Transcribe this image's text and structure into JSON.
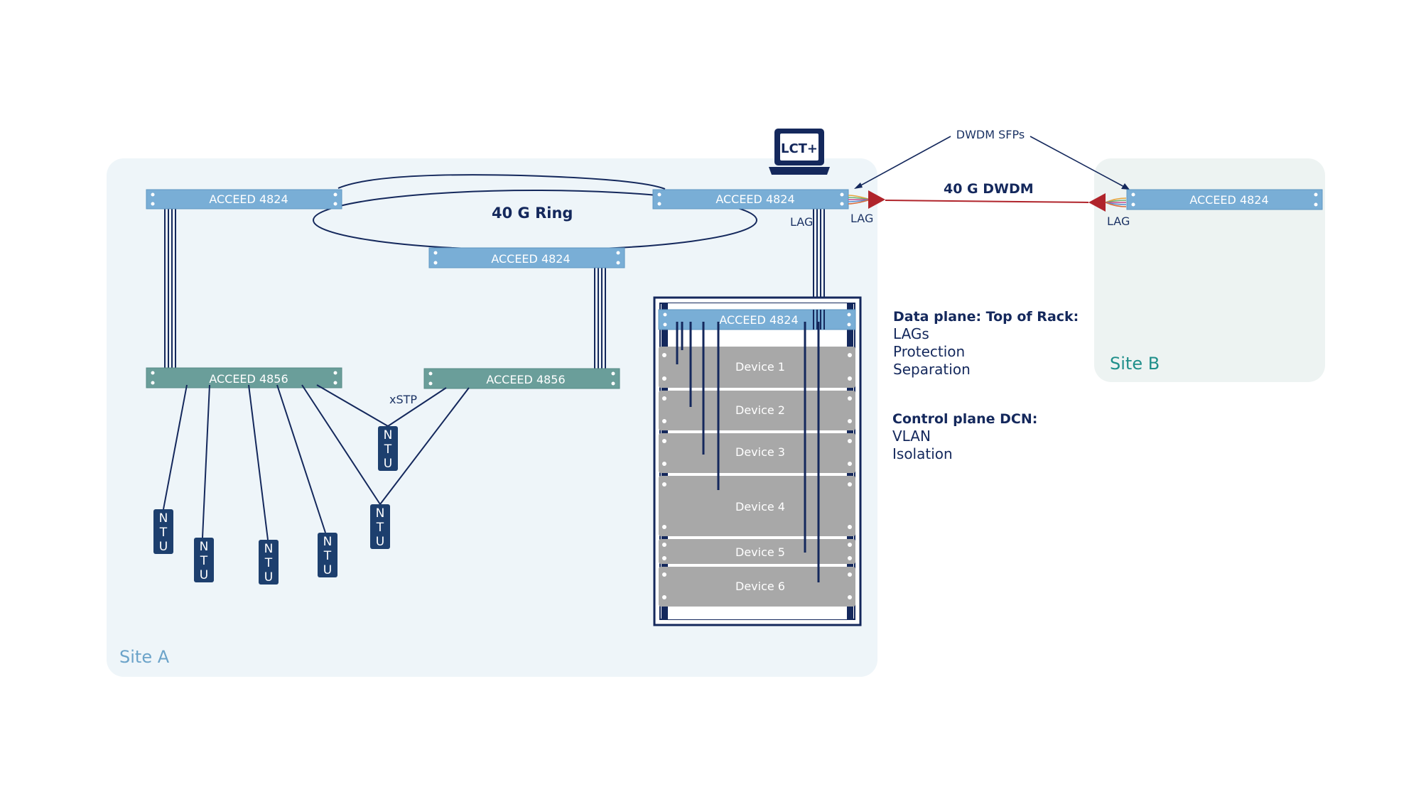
{
  "sites": {
    "a": {
      "label": "Site A",
      "color": "#6ba3c9"
    },
    "b": {
      "label": "Site B",
      "color": "#1f8f8a"
    }
  },
  "switches": {
    "a_left": "ACCEED 4824",
    "a_ring_right": "ACCEED 4824",
    "a_ring_bottom": "ACCEED 4824",
    "a_4856_left": "ACCEED 4856",
    "a_4856_right": "ACCEED 4856",
    "rack_tor": "ACCEED 4824",
    "b_switch": "ACCEED 4824"
  },
  "ring_label": "40 G Ring",
  "dwdm_label": "40 G DWDM",
  "dwdm_sfps_label": "DWDM SFPs",
  "lag_labels": [
    "LAG",
    "LAG",
    "LAG"
  ],
  "xstp_label": "xSTP",
  "lct_label": "LCT+",
  "ntu_letters": [
    "N",
    "T",
    "U"
  ],
  "devices": [
    "Device 1",
    "Device 2",
    "Device 3",
    "Device 4",
    "Device 5",
    "Device 6"
  ],
  "info": {
    "data_plane": {
      "title": "Data plane: Top of Rack:",
      "items": [
        "LAGs",
        "Protection",
        "Separation"
      ]
    },
    "control_plane": {
      "title": "Control plane DCN:",
      "items": [
        "VLAN",
        "Isolation"
      ]
    }
  },
  "colors": {
    "switch_4824": "#79aed6",
    "switch_4856": "#6a9e9a",
    "navy": "#14285c",
    "rack_device": "#a8a8a8",
    "dwdm_red": "#b0242b",
    "site_a_bg": "#eef5f9",
    "site_b_bg": "#edf3f2"
  }
}
